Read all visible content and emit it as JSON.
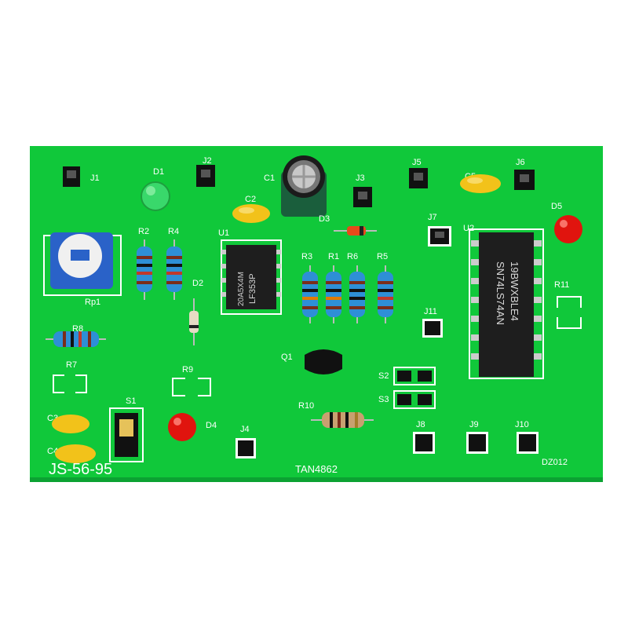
{
  "board": {
    "bottom_left_text": "JS-56-95",
    "bottom_center_text": "TAN4862",
    "bottom_right_text": "DZ012",
    "colors": {
      "pcb": "#10c83a",
      "silk": "#ffffff",
      "ic_body": "#1e1e1e",
      "resistor_blue": "#2e8fd6",
      "resistor_tan": "#c8a070",
      "cap_yellow": "#f2c21a",
      "led_green": "#39d86b",
      "led_red": "#e0140e",
      "pot_blue": "#2a62c8"
    }
  },
  "labels": {
    "J1": "J1",
    "J2": "J2",
    "J3": "J3",
    "J4": "J4",
    "J5": "J5",
    "J6": "J6",
    "J7": "J7",
    "J8": "J8",
    "J9": "J9",
    "J10": "J10",
    "J11": "J11",
    "D1": "D1",
    "D2": "D2",
    "D3": "D3",
    "D4": "D4",
    "D5": "D5",
    "C1": "C1",
    "C2": "C2",
    "C3": "C3",
    "C4": "C4",
    "C5": "C5",
    "R1": "R1",
    "R2": "R2",
    "R3": "R3",
    "R4": "R4",
    "R5": "R5",
    "R6": "R6",
    "R7": "R7",
    "R8": "R8",
    "R9": "R9",
    "R10": "R10",
    "R11": "R11",
    "RP1": "Rp1",
    "U1": "U1",
    "U2": "U2",
    "Q1": "Q1",
    "S1": "S1",
    "S2": "S2",
    "S3": "S3"
  },
  "chips": {
    "u1_line1": "20A5X4M",
    "u1_line2": "LF353P",
    "u2_line1": "19BWXBLE4",
    "u2_line2": "SN74LS74AN"
  }
}
